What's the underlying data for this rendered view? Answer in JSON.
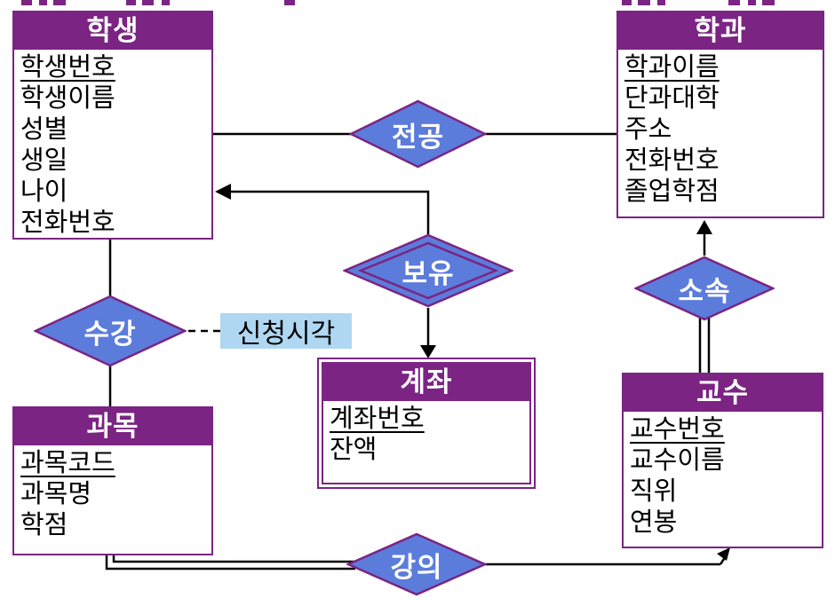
{
  "diagram": {
    "entities": {
      "student": {
        "title": "학생",
        "attributes": [
          "학생번호",
          "학생이름",
          "성별",
          "생일",
          "나이",
          "전화번호"
        ]
      },
      "department": {
        "title": "학과",
        "attributes": [
          "학과이름",
          "단과대학",
          "주소",
          "전화번호",
          "졸업학점"
        ]
      },
      "account": {
        "title": "계좌",
        "attributes": [
          "계좌번호",
          "잔액"
        ]
      },
      "course": {
        "title": "과목",
        "attributes": [
          "과목코드",
          "과목명",
          "학점"
        ]
      },
      "professor": {
        "title": "교수",
        "attributes": [
          "교수번호",
          "교수이름",
          "직위",
          "연봉"
        ]
      }
    },
    "relationships": {
      "major": {
        "label": "전공"
      },
      "owns": {
        "label": "보유"
      },
      "enrolls": {
        "label": "수강"
      },
      "belongs": {
        "label": "소속"
      },
      "teaches": {
        "label": "강의"
      }
    },
    "attribute_labels": {
      "enroll_time": "신청시각"
    },
    "colors": {
      "entity_header_bg": "#7B2483",
      "entity_border": "#7B2483",
      "relationship_fill": "#5C7CDB",
      "relationship_border": "#7B2483",
      "attribute_box_bg": "#AFD7F2",
      "connector": "#000000",
      "header_text": "#FFFFFF"
    }
  }
}
